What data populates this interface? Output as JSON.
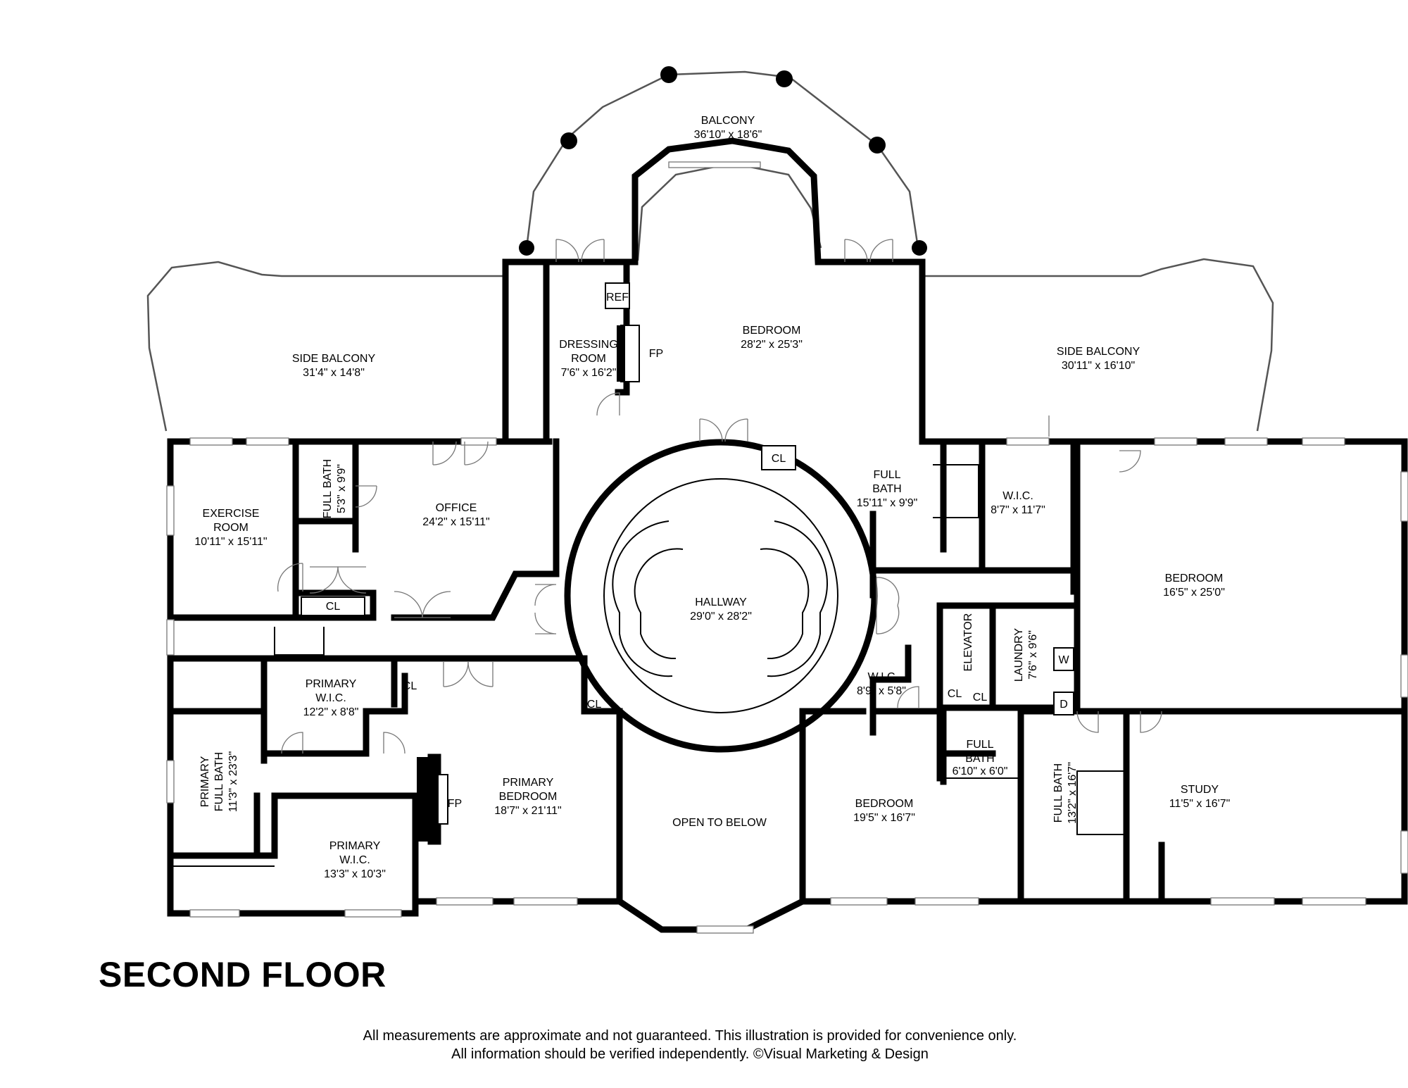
{
  "title": "SECOND FLOOR",
  "disclaimer": {
    "line1": "All measurements are approximate and not guaranteed. This illustration is provided for convenience only.",
    "line2": "All information should be verified independently. ©Visual Marketing & Design"
  },
  "rooms": {
    "balcony": {
      "name": "BALCONY",
      "size": "36'10\" x 18'6\""
    },
    "side_balcony_left": {
      "name": "SIDE BALCONY",
      "size": "31'4\" x 14'8\""
    },
    "side_balcony_right": {
      "name": "SIDE BALCONY",
      "size": "30'11\" x 16'10\""
    },
    "dressing_room": {
      "name1": "DRESSING",
      "name2": "ROOM",
      "size": "7'6\" x 16'2\""
    },
    "bedroom_top": {
      "name": "BEDROOM",
      "size": "28'2\" x 25'3\""
    },
    "exercise_room": {
      "name1": "EXERCISE",
      "name2": "ROOM",
      "size": "10'11\" x 15'11\""
    },
    "full_bath_office": {
      "name": "FULL BATH",
      "size": "5'3\" x 9'9\""
    },
    "office": {
      "name": "OFFICE",
      "size": "24'2\" x 15'11\""
    },
    "hallway": {
      "name": "HALLWAY",
      "size": "29'0\" x 28'2\""
    },
    "full_bath_top": {
      "name1": "FULL",
      "name2": "BATH",
      "size": "15'11\" x 9'9\""
    },
    "wic_right": {
      "name": "W.I.C.",
      "size": "8'7\" x 11'7\""
    },
    "bedroom_right": {
      "name": "BEDROOM",
      "size": "16'5\" x 25'0\""
    },
    "elevator": {
      "name": "ELEVATOR"
    },
    "laundry": {
      "name": "LAUNDRY",
      "size": "7'6\" x 9'6\""
    },
    "wic_small": {
      "name": "W.I.C",
      "size": "8'9\" x 5'8\""
    },
    "primary_wic_top": {
      "name1": "PRIMARY",
      "name2": "W.I.C.",
      "size": "12'2\" x 8'8\""
    },
    "primary_full_bath": {
      "name1": "PRIMARY",
      "name2": "FULL BATH",
      "size": "11'3\" x 23'3\""
    },
    "primary_bedroom": {
      "name1": "PRIMARY",
      "name2": "BEDROOM",
      "size": "18'7\" x 21'11\""
    },
    "primary_wic_bottom": {
      "name1": "PRIMARY",
      "name2": "W.I.C.",
      "size": "13'3\" x 10'3\""
    },
    "open_to_below": {
      "name": "OPEN TO BELOW"
    },
    "bedroom_middle": {
      "name": "BEDROOM",
      "size": "19'5\" x 16'7\""
    },
    "full_bath_small": {
      "name1": "FULL",
      "name2": "BATH",
      "size": "6'10\" x 6'0\""
    },
    "full_bath_right": {
      "name": "FULL BATH",
      "size": "13'2\" x 16'7\""
    },
    "study": {
      "name": "STUDY",
      "size": "11'5\" x 16'7\""
    }
  },
  "fixtures": {
    "ref": "REF",
    "fp": "FP",
    "cl": "CL",
    "washer": "W",
    "dryer": "D"
  }
}
